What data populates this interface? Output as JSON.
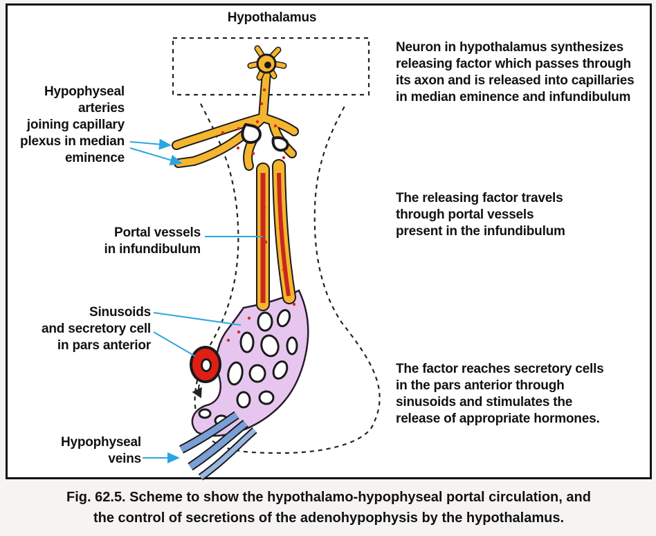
{
  "title": "Hypothalamus",
  "labels": {
    "arteries": [
      "Hypophyseal",
      "arteries",
      "joining capillary",
      "plexus in median",
      "eminence"
    ],
    "portal": [
      "Portal vessels",
      "in infundibulum"
    ],
    "sinusoids": [
      "Sinusoids",
      "and secretory cell",
      "in pars anterior"
    ],
    "veins": [
      "Hypophyseal",
      "veins"
    ]
  },
  "notes": {
    "neuron": [
      "Neuron in hypothalamus synthesizes",
      "releasing factor which passes through",
      "its axon and is released into capillaries",
      "in median eminence and infundibulum"
    ],
    "portal": [
      "The releasing factor travels",
      "through portal vessels",
      "present in the infundibulum"
    ],
    "secretory": [
      "The factor reaches secretory cells",
      "in the pars anterior through",
      "sinusoids and stimulates the",
      "release of appropriate hormones."
    ]
  },
  "caption": [
    "Fig. 62.5. Scheme to show the hypothalamo-hypophyseal portal circulation, and",
    "the control of secretions of the adenohypophysis by the hypothalamus."
  ],
  "colors": {
    "axon": "#f5b52e",
    "vessel": "#c8281e",
    "sinusoid": "#e6c6ee",
    "vein": "#7a9ed6",
    "leader": "#2aa6e0",
    "cell": "#e01e14"
  }
}
